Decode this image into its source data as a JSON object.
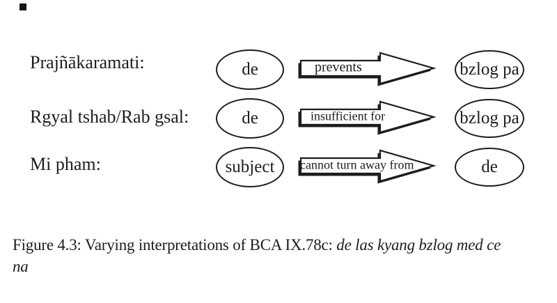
{
  "figure": {
    "rows": [
      {
        "label": "Prajñākaramati:",
        "source": "de",
        "relation": "prevents",
        "target": "bzlog pa"
      },
      {
        "label": "Rgyal tshab/Rab gsal:",
        "source": "de",
        "relation": "insufficient for",
        "target": "bzlog pa"
      },
      {
        "label": "Mi pham:",
        "source": "subject",
        "relation": "cannot turn away from",
        "target": "de"
      }
    ],
    "caption": {
      "line1_regular": "Figure 4.3: Varying interpretations of BCA IX.78c: ",
      "line1_italic": "de las kyang bzlog med ce",
      "line2_italic": "na"
    },
    "colors": {
      "ink": "#1d1d1d",
      "background": "#ffffff"
    }
  }
}
